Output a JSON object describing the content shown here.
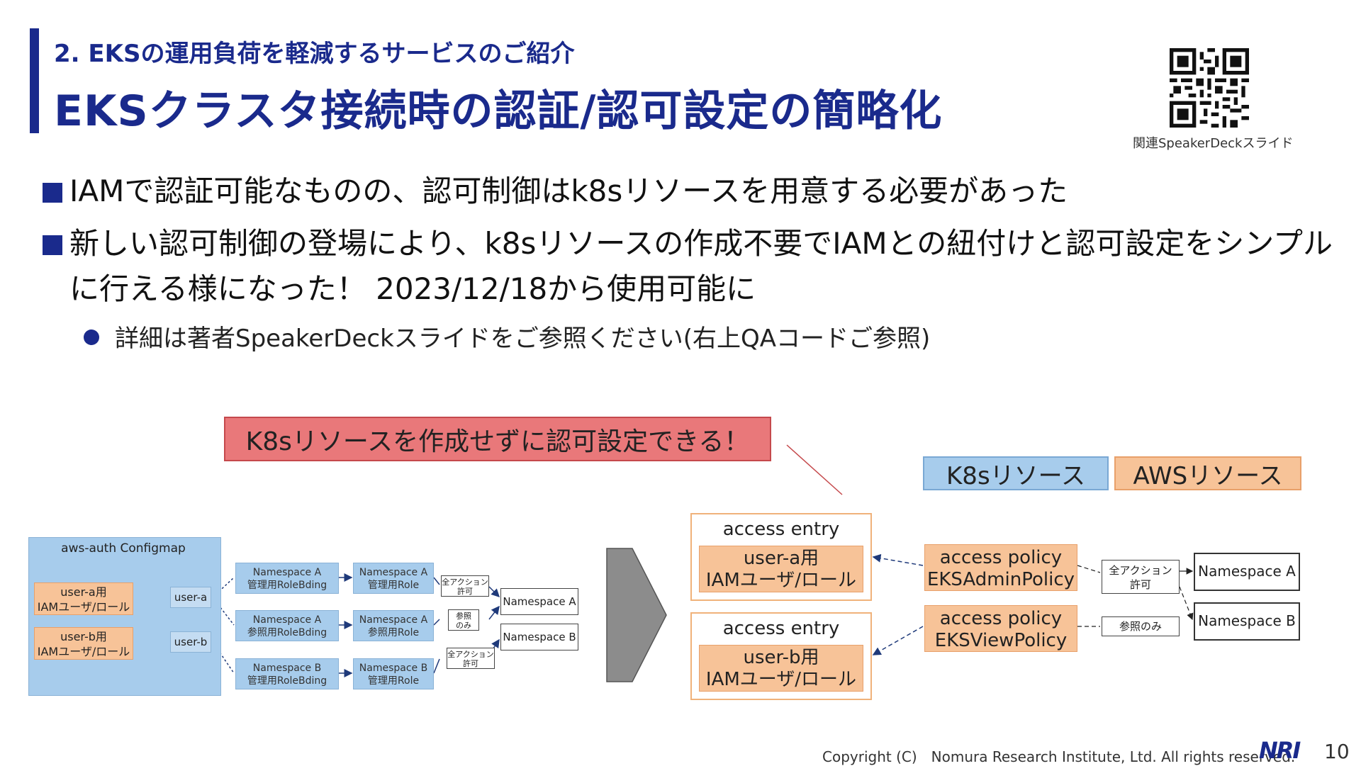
{
  "header": {
    "subtitle": "2. EKSの運用負荷を軽減するサービスのご紹介",
    "title": "EKSクラスタ接続時の認証/認可設定の簡略化",
    "qr_caption": "関連SpeakerDeckスライド"
  },
  "bullets": [
    {
      "line1": "IAMで認証可能なものの、認可制御はk8sリソースを用意する必要があった"
    },
    {
      "line1": "新しい認可制御の登場により、k8sリソースの作成不要でIAMとの紐付けと認可設定をシンプル",
      "line2": "に行える様になった！ 2023/12/18から使用可能に"
    }
  ],
  "sub_bullet": "詳細は著者SpeakerDeckスライドをご参照ください(右上QAコードご参照)",
  "banner": "K8sリソースを作成せずに認可設定できる！",
  "legend": {
    "k8s": "K8sリソース",
    "aws": "AWSリソース"
  },
  "old_diagram": {
    "configmap_title": "aws-auth Configmap",
    "iam_a": [
      "user-a用",
      "IAMユーザ/ロール"
    ],
    "iam_b": [
      "user-b用",
      "IAMユーザ/ロール"
    ],
    "user_a": "user-a",
    "user_b": "user-b",
    "bindings": [
      [
        "Namespace A",
        "管理用RoleBding"
      ],
      [
        "Namespace A",
        "参照用RoleBding"
      ],
      [
        "Namespace B",
        "管理用RoleBding"
      ]
    ],
    "roles": [
      [
        "Namespace A",
        "管理用Role"
      ],
      [
        "Namespace A",
        "参照用Role"
      ],
      [
        "Namespace B",
        "管理用Role"
      ]
    ],
    "perms": [
      [
        "全アクション",
        "許可"
      ],
      [
        "参照",
        "のみ"
      ],
      [
        "全アクション",
        "許可"
      ]
    ],
    "namespaces": [
      "Namespace A",
      "Namespace B"
    ]
  },
  "new_diagram": {
    "entry_label": "access entry",
    "entry_a": [
      "user-a用",
      "IAMユーザ/ロール"
    ],
    "entry_b": [
      "user-b用",
      "IAMユーザ/ロール"
    ],
    "policy_admin": [
      "access policy",
      "EKSAdminPolicy"
    ],
    "policy_view": [
      "access policy",
      "EKSViewPolicy"
    ],
    "perm_all": [
      "全アクション",
      "許可"
    ],
    "perm_view": "参照のみ",
    "ns_a": "Namespace A",
    "ns_b": "Namespace B"
  },
  "footer": {
    "copyright": "Copyright (C)　Nomura Research Institute, Ltd. All rights reserved.",
    "logo": "NRI",
    "page": "10"
  },
  "colors": {
    "accent": "#1a2a8c",
    "k8s_blue": "#a7ccec",
    "aws_orange": "#f7c398",
    "banner_red": "#e9787a"
  }
}
